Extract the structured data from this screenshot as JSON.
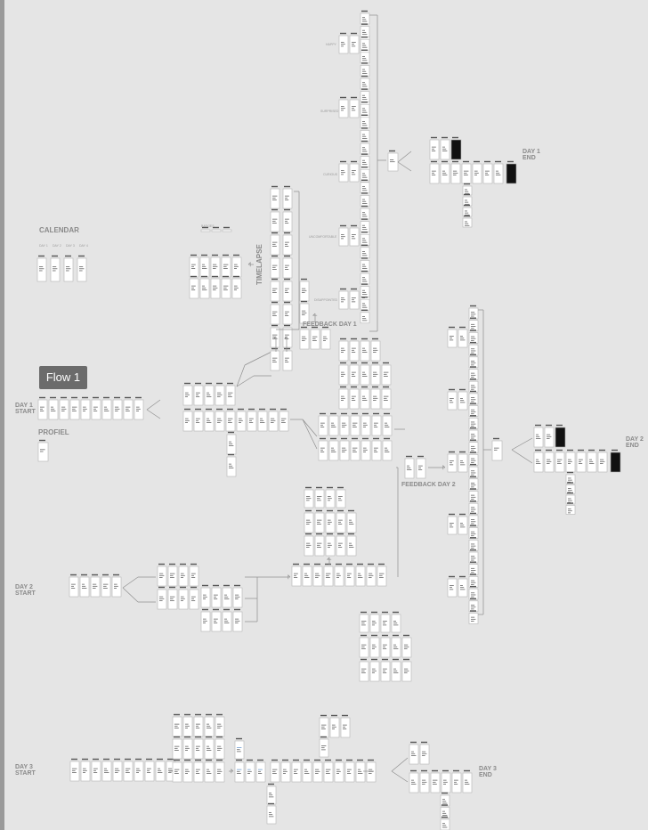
{
  "flow_tag": "Flow 1",
  "labels": {
    "calendar": "CALENDAR",
    "cal_day1": "DAY 1",
    "cal_day2": "DAY 2",
    "cal_day3": "DAY 3",
    "cal_day4": "DAY 4",
    "profiel": "PROFIEL",
    "day1_start": "DAY 1\nSTART",
    "day1_end": "DAY 1\nEND",
    "day2_start": "DAY 2\nSTART",
    "day2_end": "DAY 2\nEND",
    "day3_start": "DAY 3\nSTART",
    "day3_end": "DAY 3\nEND",
    "timelapse": "TIMELAPSE",
    "feedback_day1": "FEEDBACK DAY 1",
    "feedback_day2": "FEEDBACK DAY 2",
    "happy": "HAPPY",
    "surprised": "SURPRISED",
    "curious": "CURIOUS",
    "uncomfortable": "UNCOMFORTABLE",
    "disappointed": "DISAPPOINTED",
    "badges": "BADGES"
  },
  "colors": {
    "background": "#e5e5e5",
    "screen_fill": "#ffffff",
    "screen_border": "#b5b5b5",
    "text_line": "#777777",
    "connector": "#8f8f8f",
    "accent_blue": "#7fa8d6",
    "dark_screen": "#111111",
    "flow_tag": "#6b6b6b"
  }
}
